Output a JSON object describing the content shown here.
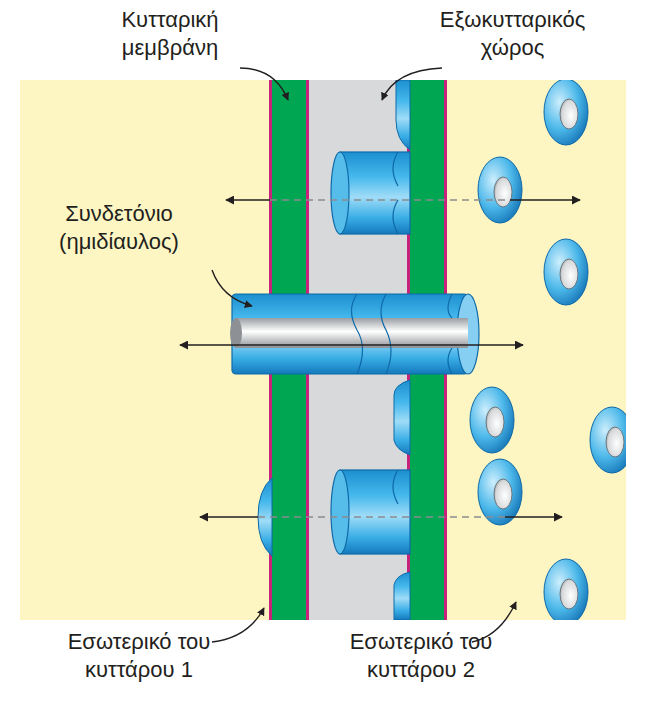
{
  "diagram": {
    "labels": [
      "Κυτταρική μεμβράνη",
      "Εξωκυτταρικός χώρος",
      "Συνδετόνιο (ημιδίαυλος)",
      "Εσωτερικό του κυττάρου 1",
      "Εσωτερικό του κυττάρου 2"
    ]
  }
}
